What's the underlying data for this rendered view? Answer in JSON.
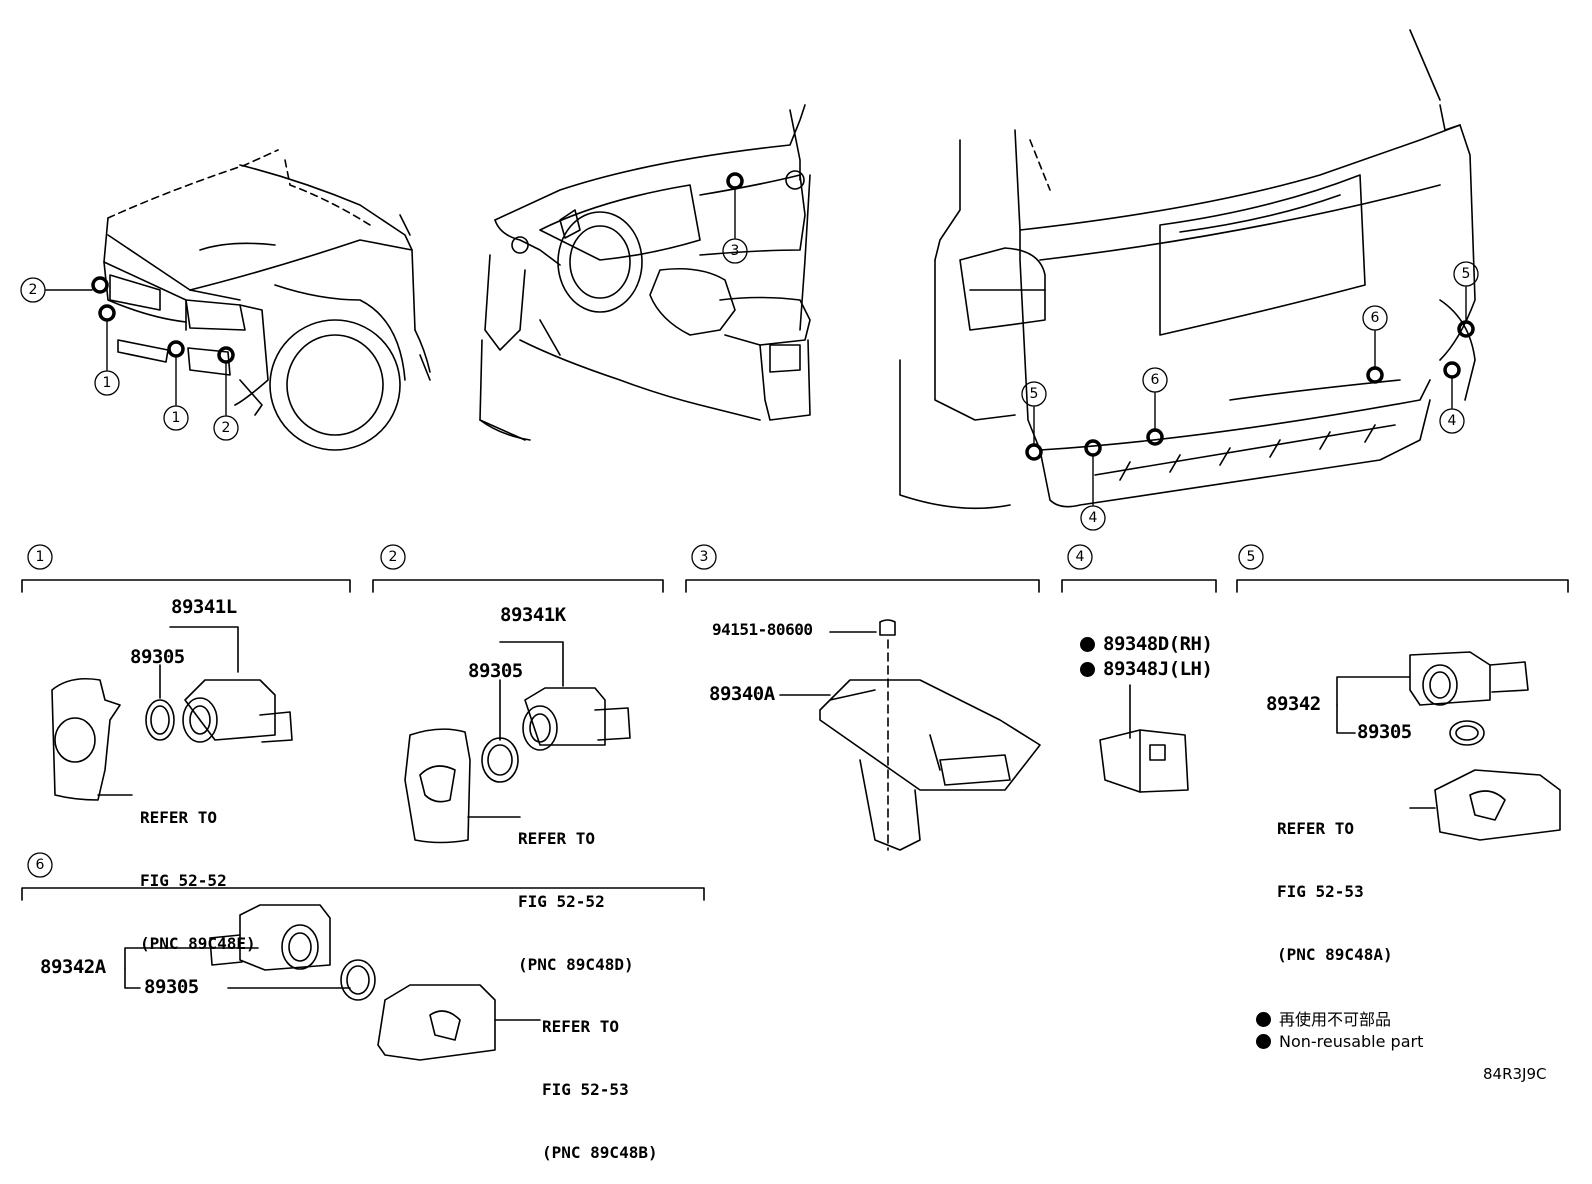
{
  "callouts": [
    "1",
    "2",
    "3",
    "4",
    "5",
    "6"
  ],
  "groups": [
    {
      "id": "1",
      "part": "89341L",
      "sub": "89305",
      "refer": [
        "REFER TO",
        "FIG 52-52",
        "(PNC 89C48E)"
      ]
    },
    {
      "id": "2",
      "part": "89341K",
      "sub": "89305",
      "refer": [
        "REFER TO",
        "FIG 52-52",
        "(PNC 89C48D)"
      ]
    },
    {
      "id": "3",
      "bolt": "94151-80600",
      "part": "89340A"
    },
    {
      "id": "4",
      "part_rh": "89348D(RH)",
      "part_lh": "89348J(LH)"
    },
    {
      "id": "5",
      "part": "89342",
      "sub": "89305",
      "refer": [
        "REFER TO",
        "FIG 52-53",
        "(PNC 89C48A)"
      ]
    },
    {
      "id": "6",
      "part": "89342A",
      "sub": "89305",
      "refer": [
        "REFER TO",
        "FIG 52-53",
        "(PNC 89C48B)"
      ]
    }
  ],
  "legend": {
    "jp": "再使用不可部品",
    "en": "Non-reusable part"
  },
  "illustration_code": "84R3J9C"
}
